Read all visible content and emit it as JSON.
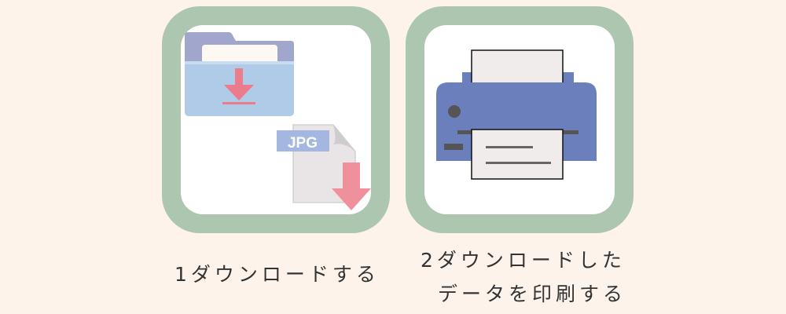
{
  "step1": {
    "caption": "1ダウンロードする",
    "file_label": "JPG"
  },
  "step2": {
    "caption_line1": "2ダウンロードした",
    "caption_line2": "データを印刷する"
  },
  "colors": {
    "background": "#fdf3ea",
    "card_border": "#adc6b0",
    "arrow": "#ee8090",
    "printer": "#6b7fbd"
  }
}
